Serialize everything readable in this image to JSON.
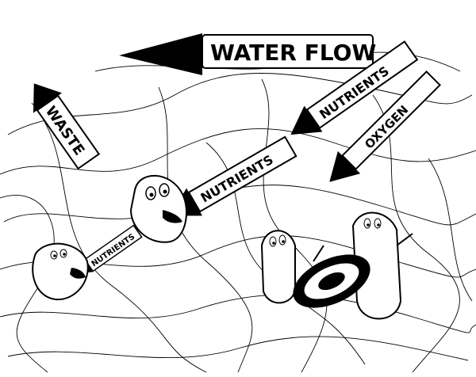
{
  "labels": {
    "water_flow": "WATER FLOW",
    "nutrients_top": "NUTRIENTS",
    "oxygen": "OXYGEN",
    "waste": "WASTE",
    "nutrients_middle": "NUTRIENTS",
    "nutrients_left": "NUTRIENTS"
  },
  "colors": {
    "ink": "#000000",
    "paper": "#ffffff"
  }
}
